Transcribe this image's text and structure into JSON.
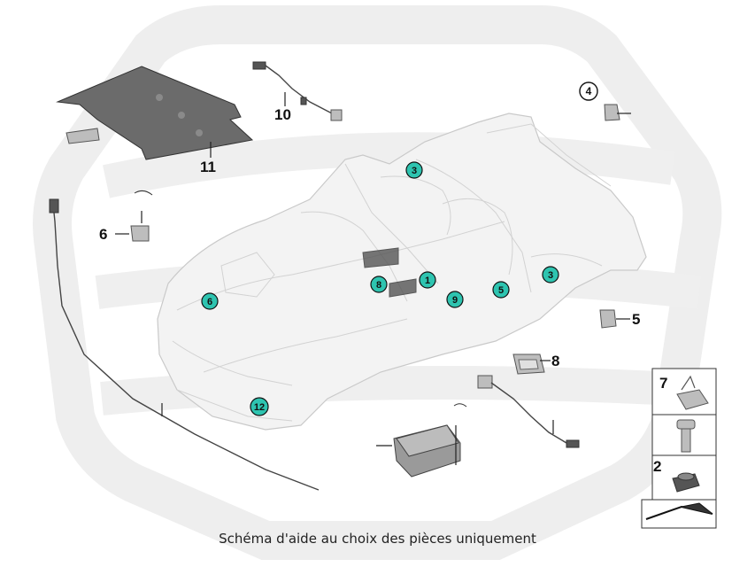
{
  "caption": "Schéma d'aide au choix des pièces uniquement",
  "colors": {
    "callout_fill": "#2ec4b0",
    "callout_stroke": "#111111",
    "watermark": "#efefef"
  },
  "part_labels": {
    "p10": "10",
    "p11": "11",
    "p4": "4",
    "p6": "6",
    "p5": "5",
    "p8": "8"
  },
  "callouts": {
    "c3a": "3",
    "c3b": "3",
    "c6": "6",
    "c8": "8",
    "c1": "1",
    "c9": "9",
    "c5": "5",
    "c12": "12"
  },
  "inset": {
    "i7": "7",
    "i2": "2"
  }
}
